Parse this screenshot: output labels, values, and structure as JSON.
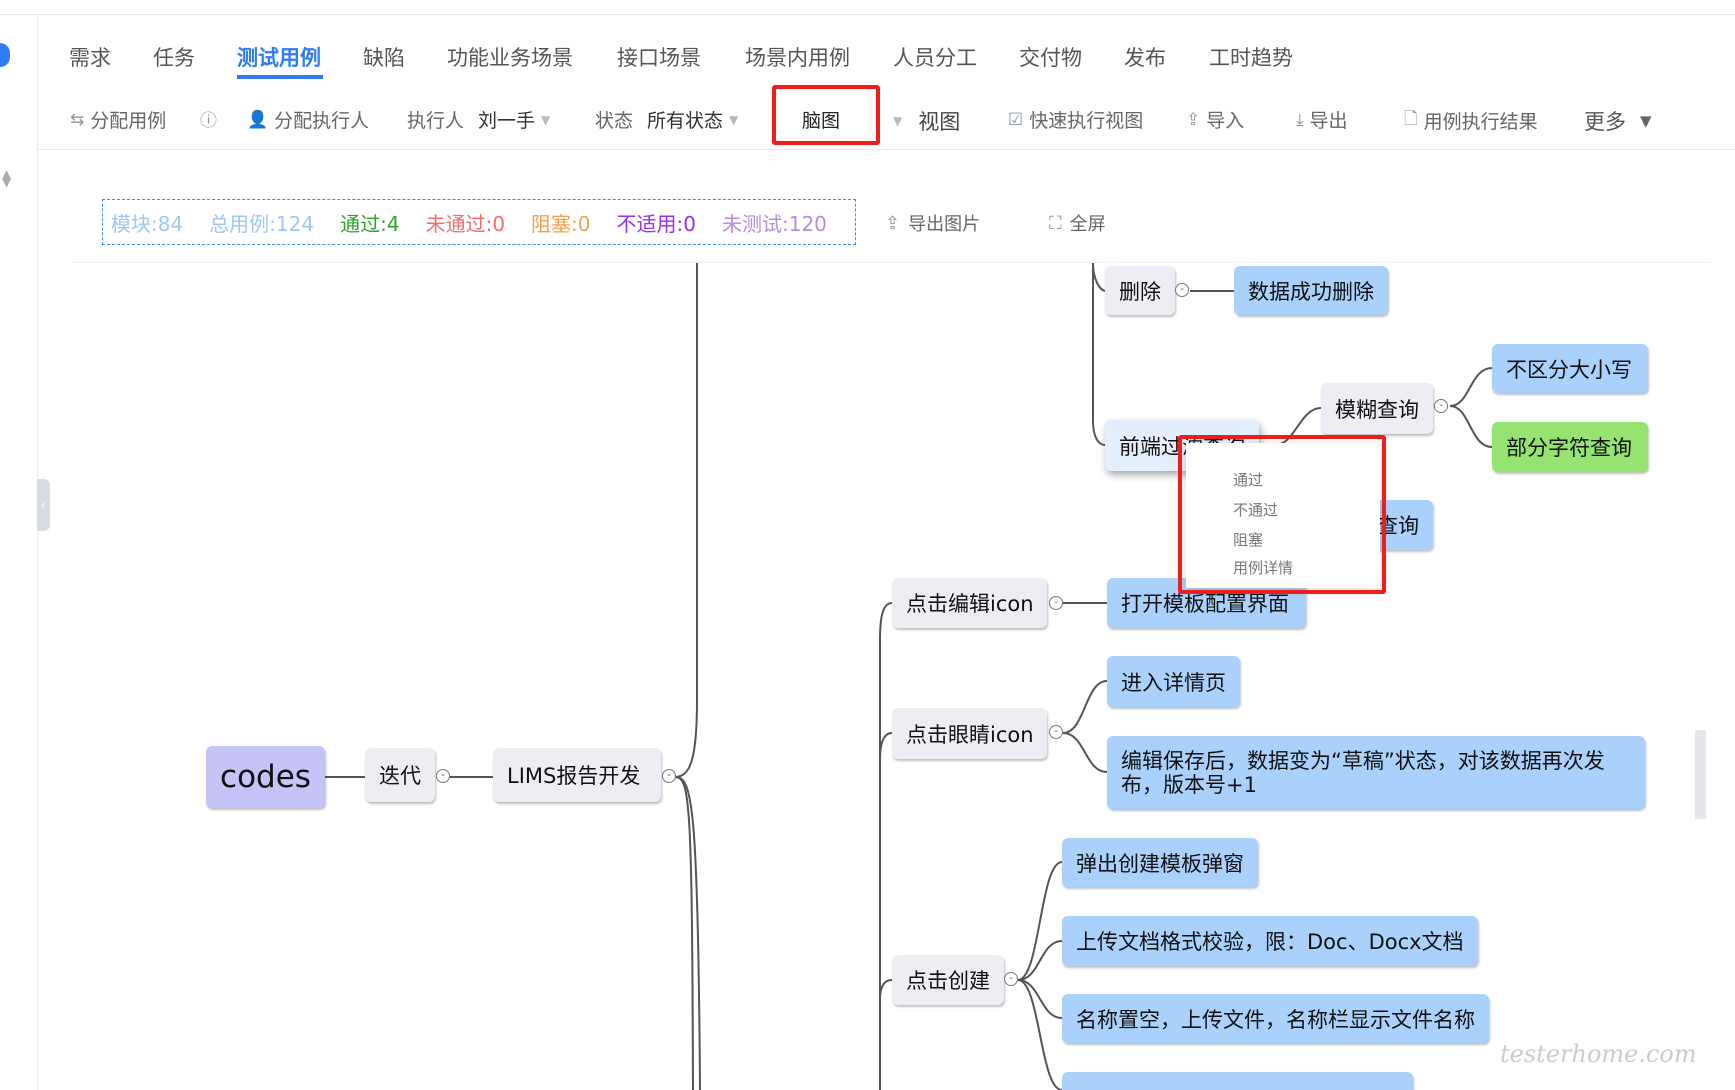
{
  "tabs": [
    "需求",
    "任务",
    "测试用例",
    "缺陷",
    "功能业务场景",
    "接口场景",
    "场景内用例",
    "人员分工",
    "交付物",
    "发布",
    "工时趋势"
  ],
  "active_tab": "测试用例",
  "toolbar": {
    "assign_cases": "分配用例",
    "assign_executor": "分配执行人",
    "executor_label": "执行人",
    "executor_value": "刘一手",
    "status_label": "状态",
    "status_value": "所有状态",
    "mindmap": "脑图",
    "view": "视图",
    "quick_exec_view": "快速执行视图",
    "import": "导入",
    "export": "导出",
    "exec_results": "用例执行结果",
    "more": "更多"
  },
  "stats": [
    {
      "text": "模块:84",
      "color": "#9cc8f7"
    },
    {
      "text": "总用例:124",
      "color": "#9cc8f7"
    },
    {
      "text": "通过:4",
      "color": "#2aa52a"
    },
    {
      "text": "未通过:0",
      "color": "#f06e6e"
    },
    {
      "text": "阻塞:0",
      "color": "#f5a04a"
    },
    {
      "text": "不适用:0",
      "color": "#9a2ef0"
    },
    {
      "text": "未测试:120",
      "color": "#b48be8"
    }
  ],
  "actions": {
    "export_image": "导出图片",
    "fullscreen": "全屏"
  },
  "mindmap": {
    "root": "codes",
    "iteration": "迭代",
    "module": "LIMS报告开发",
    "delete": "删除",
    "delete_result": "数据成功删除",
    "frontend_filter": "前端过滤查询",
    "fuzzy": "模糊查询",
    "case_insensitive": "不区分大小写",
    "partial_char": "部分字符查询",
    "exact_partial": "查询",
    "click_edit": "点击编辑icon",
    "open_template": "打开模板配置界面",
    "click_eye": "点击眼睛icon",
    "enter_detail": "进入详情页",
    "edit_save": "编辑保存后，数据变为“草稿”状态，对该数据再次发布，版本号+1",
    "click_create": "点击创建",
    "popup_create": "弹出创建模板弹窗",
    "upload_check": "上传文档格式校验，限：Doc、Docx文档",
    "name_empty": "名称置空，上传文件，名称栏显示文件名称"
  },
  "context_menu": [
    "通过",
    "不通过",
    "阻塞",
    "用例详情"
  ],
  "watermark": "testerhome.com"
}
